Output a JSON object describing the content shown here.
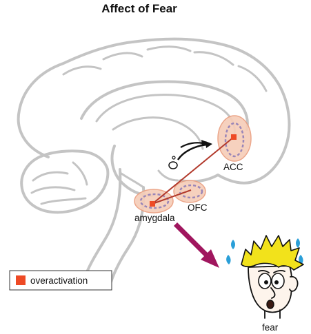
{
  "title": "Affect of Fear",
  "regions": {
    "acc": "ACC",
    "ofc": "OFC",
    "amygdala": "amygdala"
  },
  "face_label": "fear",
  "legend": {
    "label": "overactivation"
  },
  "colors": {
    "overactivation": "#ee4a25",
    "region_fill": "#f6cdb8",
    "region_dash": "#9a86b8",
    "connector": "#b23a2c",
    "arrow": "#a0165e",
    "brain_outline": "#c4c4c4",
    "hair": "#f2e21b",
    "sweat": "#2a9fd8"
  },
  "icons": {
    "big_arrow": "arrow-down-right-icon",
    "thought": "thought-bubble-icon",
    "face": "scared-face-icon"
  }
}
